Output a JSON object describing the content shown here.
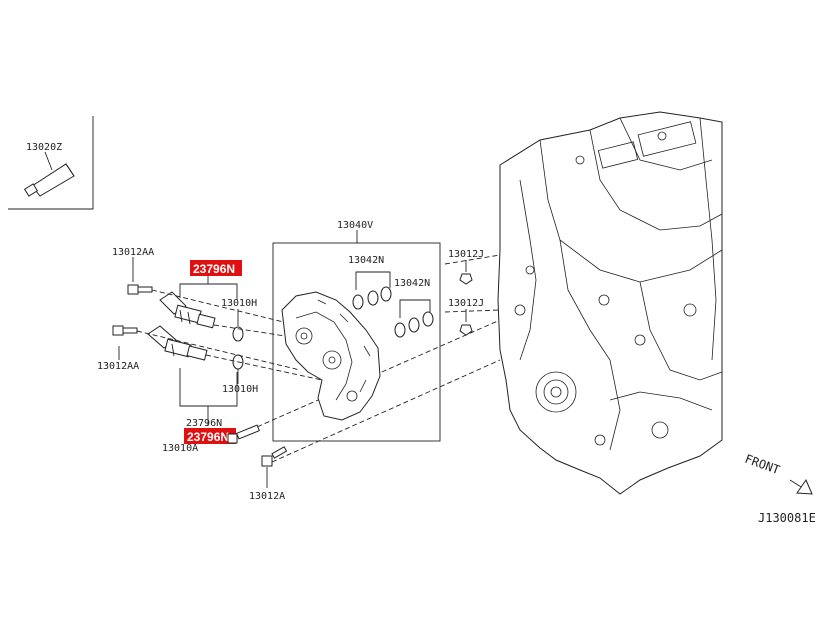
{
  "diagram_id": "J130081E",
  "front_label": "FRONT",
  "accent_color": "#e01010",
  "callouts": {
    "sealant": "13020Z",
    "bolt_upper": "13012AA",
    "bolt_lower": "13012AA",
    "valve_upper": "23796N",
    "valve_lower": "23796N",
    "oring_upper": "13010H",
    "oring_lower": "13010H",
    "cover": "13040V",
    "seal_a": "13042N",
    "seal_b": "13042N",
    "plug_upper": "13012J",
    "plug_lower": "13012J",
    "bolt_cover": "13012A",
    "bolt_cover_partial": "13010A"
  }
}
